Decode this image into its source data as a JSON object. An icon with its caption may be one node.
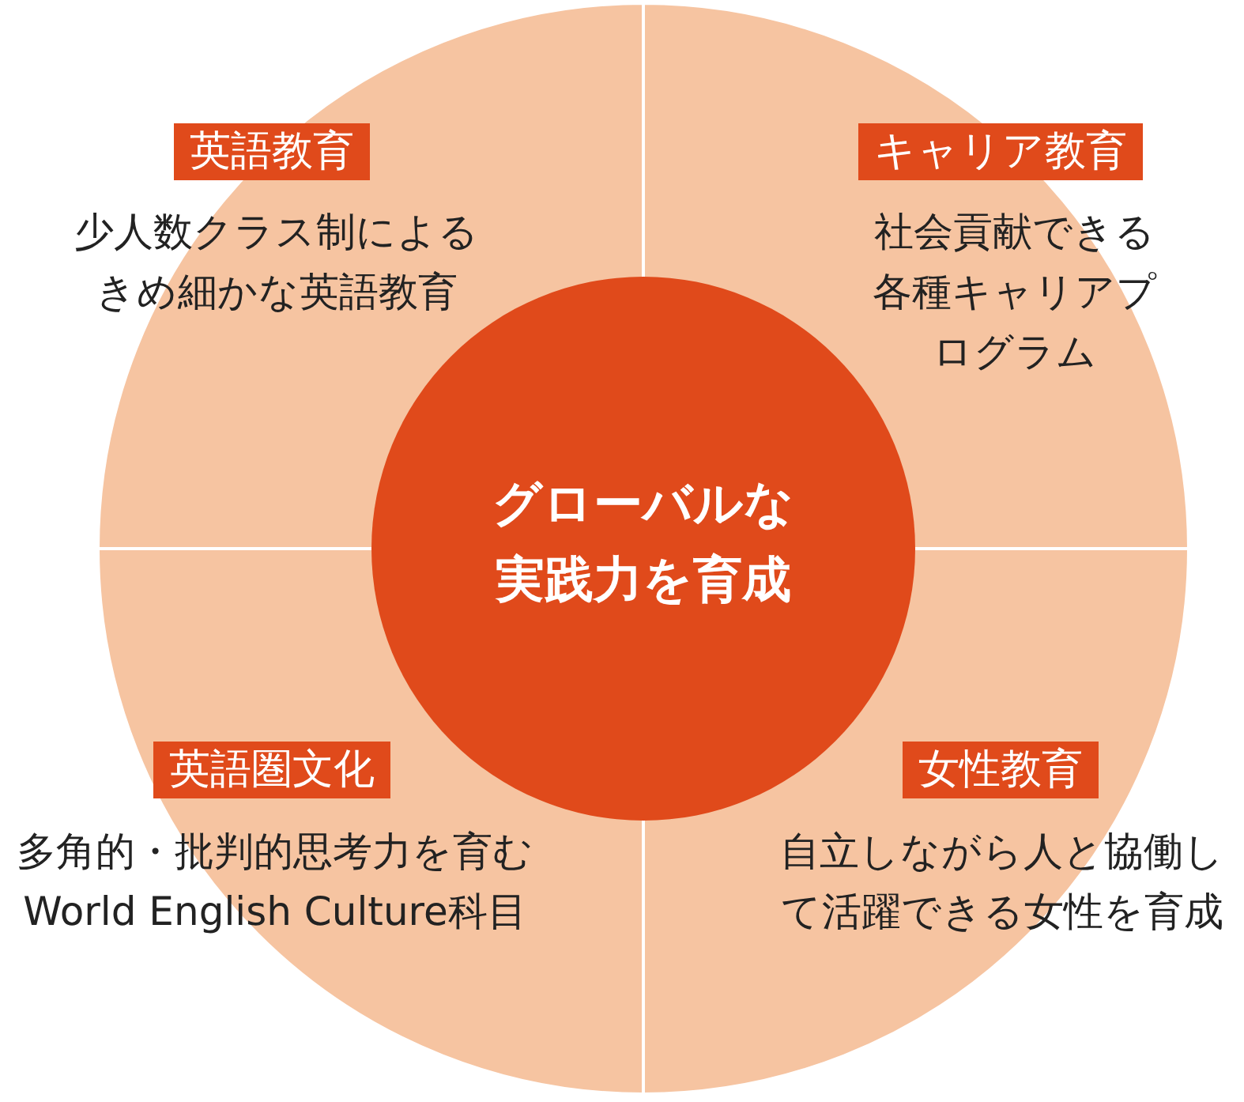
{
  "diagram": {
    "nodes": [
      {
        "text": [
          "英語教育",
          "少人数クラス制によるきめ細かな英語教育"
        ]
      },
      {
        "text": [
          "キャリア教育",
          "社会貢献できる各種キャリアプログラム"
        ]
      },
      {
        "text": [
          "グローバルな実践力を育成"
        ]
      },
      {
        "text": [
          "英語圏文化",
          "多角的・批判的思考力を育むWorld English Culture科目"
        ]
      },
      {
        "text": [
          "女性教育",
          "自立しながら人と協働して活躍できる女性を育成"
        ]
      }
    ]
  }
}
